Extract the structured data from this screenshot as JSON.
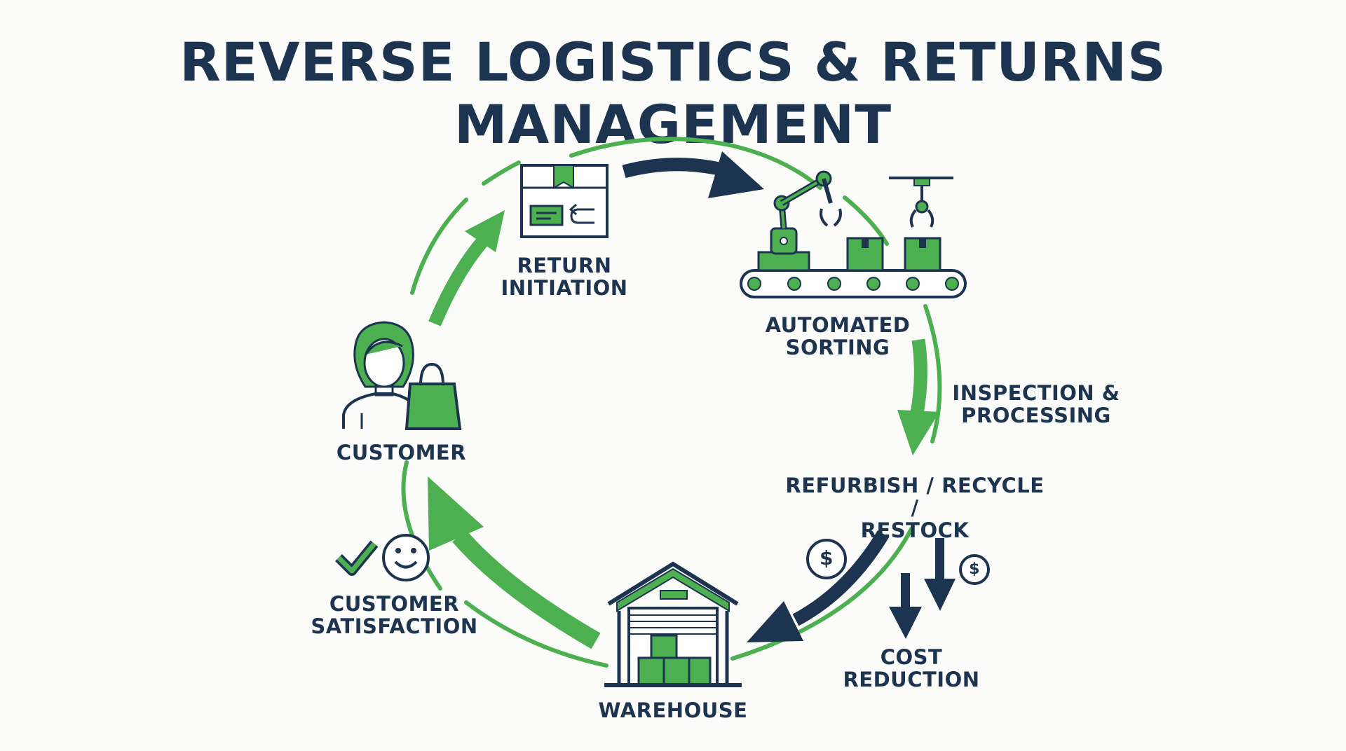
{
  "title": "REVERSE LOGISTICS & RETURNS MANAGEMENT",
  "colors": {
    "accent_green": "#4caf50",
    "dark_navy": "#1d3450",
    "background": "#fbfbfa"
  },
  "nodes": {
    "return_initiation": {
      "line1": "RETURN",
      "line2": "INITIATION",
      "icon": "return-box-icon"
    },
    "automated_sorting": {
      "line1": "AUTOMATED",
      "line2": "SORTING",
      "icon": "robotic-conveyor-icon"
    },
    "inspection": {
      "line1": "INSPECTION &",
      "line2": "PROCESSING"
    },
    "refurbish": {
      "line1": "REFURBISH / RECYCLE /",
      "line2": "RESTOCK"
    },
    "cost_reduction": {
      "line1": "COST",
      "line2": "REDUCTION",
      "icon": "dollar-down-arrows-icon"
    },
    "warehouse": {
      "line1": "WAREHOUSE",
      "icon": "warehouse-icon"
    },
    "customer_satisfaction": {
      "line1": "CUSTOMER",
      "line2": "SATISFACTION",
      "icon": "check-smiley-icon"
    },
    "customer": {
      "line1": "CUSTOMER",
      "icon": "customer-shopping-bag-icon"
    }
  },
  "currency_symbol": "$"
}
